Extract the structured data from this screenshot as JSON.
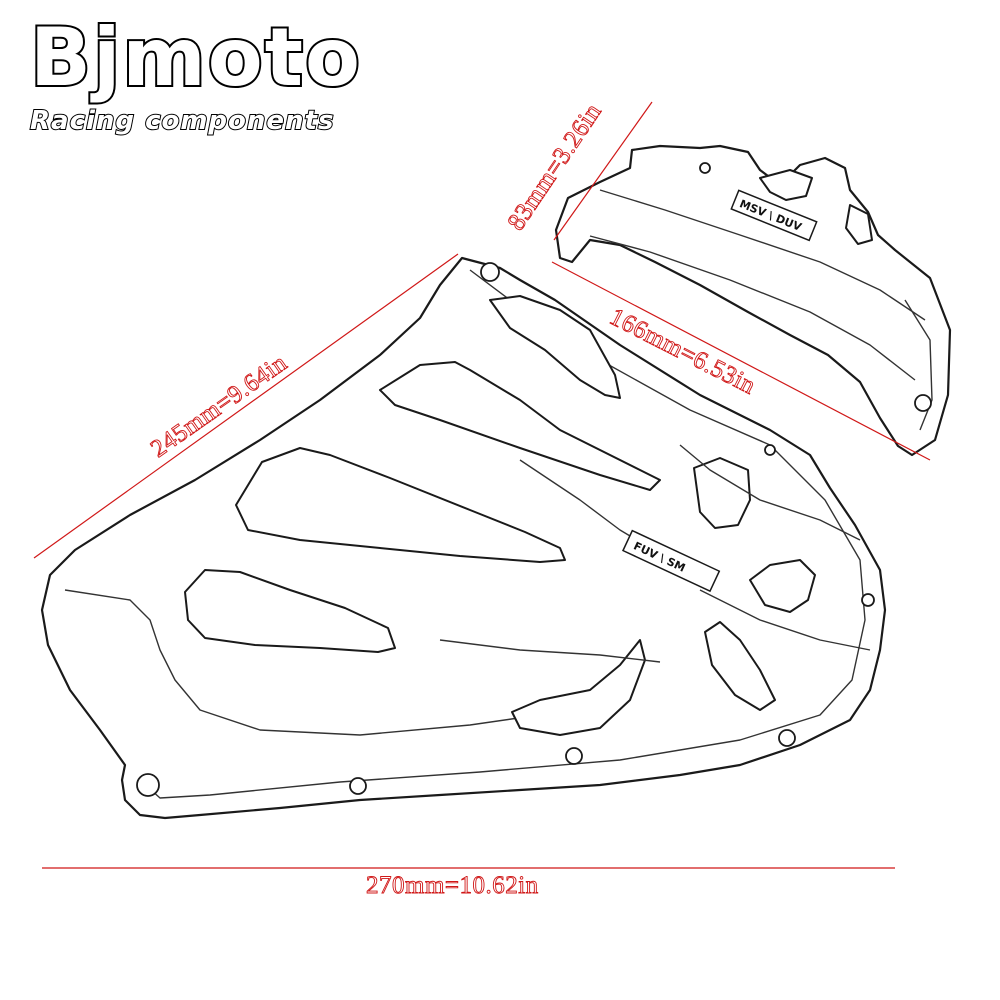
{
  "brand": {
    "title": "Bjmoto",
    "subtitle": "Racing components"
  },
  "dimensions": {
    "cover_height": "83mm=3.26in",
    "cover_width": "166mm=6.53in",
    "plate_length": "245mm=9.64in",
    "plate_width": "270mm=10.62in"
  },
  "emblems": {
    "cover_mark": "MSV \\ DUV",
    "plate_mark": "FUV \\ SM"
  },
  "colors": {
    "dimension_red": "#d01818",
    "outline": "#1a1a1a",
    "background": "#ffffff"
  }
}
